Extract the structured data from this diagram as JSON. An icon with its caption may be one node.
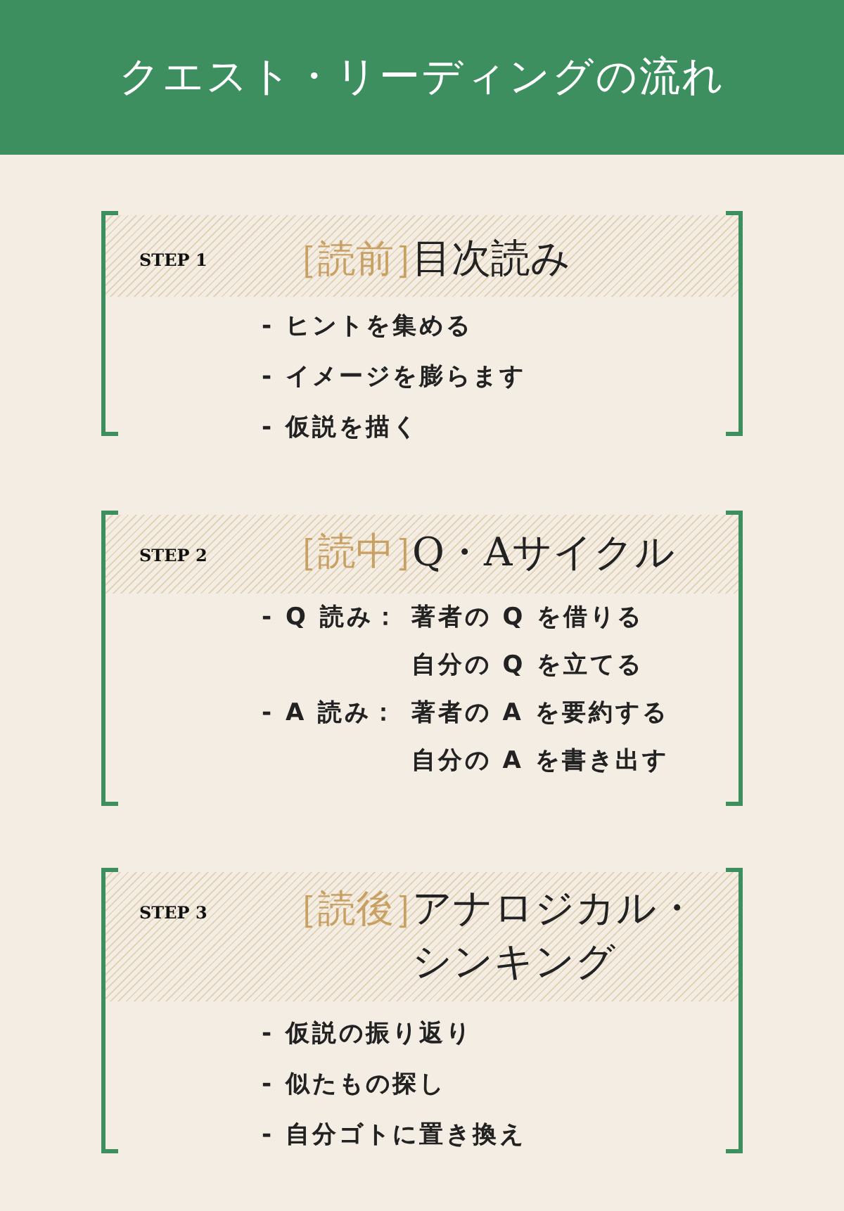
{
  "diagram": {
    "title": "クエスト・リーディングの流れ",
    "nodes": [
      {
        "text": [
          "STEP 1",
          "［読前］",
          "目次読み",
          "- ヒントを集める",
          "- イメージを膨らます",
          "- 仮説を描く"
        ]
      },
      {
        "text": [
          "STEP 2",
          "［読中］",
          "Q・Aサイクル",
          "- Q 読み：",
          "著者の Q を借りる",
          "自分の Q を立てる",
          "- A 読み：",
          "著者の A を要約する",
          "自分の A を書き出す"
        ]
      },
      {
        "text": [
          "STEP 3",
          "［読後］",
          "アナロジカル・シンキング",
          "- 仮説の振り返り",
          "- 似たもの探し",
          "- 自分ゴトに置き換え"
        ]
      }
    ]
  }
}
